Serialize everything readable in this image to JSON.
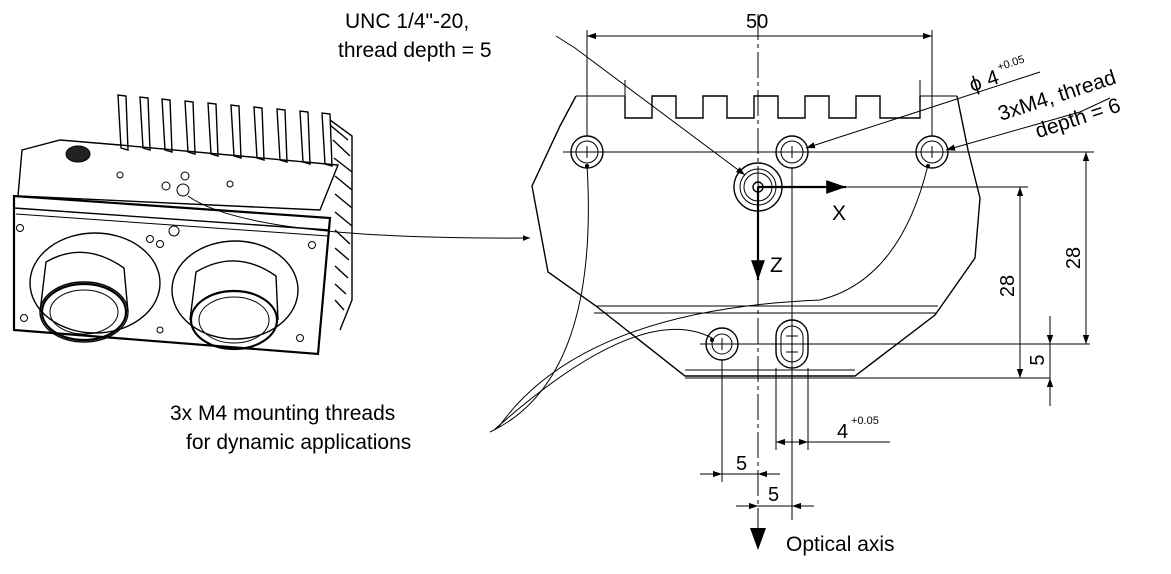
{
  "labels": {
    "unc_line1": "UNC 1/4\"-20,",
    "unc_line2": "thread depth = 5",
    "dia_symbol": "ϕ",
    "dia_value": "4",
    "dia_tol": "+0.05",
    "m4_line1": "3xM4, thread",
    "m4_line2": "depth = 6",
    "mount_line1": "3x M4 mounting threads",
    "mount_line2": "for dynamic applications",
    "axis_x": "X",
    "axis_z": "Z",
    "optical_axis": "Optical axis"
  },
  "dimensions": {
    "width_top": "50",
    "height_right_outer": "28",
    "height_right_inner": "28",
    "bottom_offset": "5",
    "slot_width": "4",
    "slot_tol": "+0.05",
    "offset_left": "5",
    "offset_right": "5"
  }
}
